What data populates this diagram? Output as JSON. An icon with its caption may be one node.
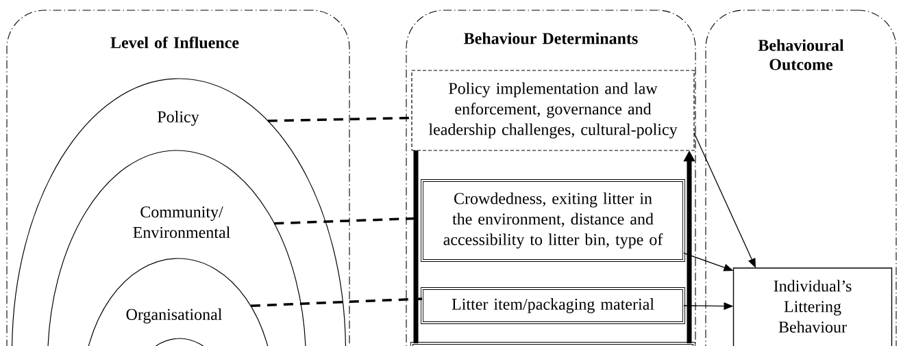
{
  "diagram": {
    "nodes": [
      {
        "text": [
          "Level of Influence"
        ]
      },
      {
        "text": [
          "Policy"
        ],
        "in": 0
      },
      {
        "text": [
          "Community/ Environmental"
        ],
        "in": 1
      },
      {
        "text": [
          "Organisational"
        ],
        "in": 2
      },
      {
        "text": [],
        "shape": "ellipse",
        "in": 3
      },
      {
        "text": [
          "Behaviour Determinants"
        ]
      },
      {
        "text": [
          "Policy implementation and law enforcement, governance and leadership challenges, cultural-policy"
        ],
        "in": 5
      },
      {
        "text": [
          "Crowdedness, exiting litter in the environment, distance and accessibility to litter bin, type of"
        ],
        "in": 5
      },
      {
        "text": [
          "Litter item/packaging material"
        ],
        "in": 5
      },
      {
        "text": [],
        "shape": "box",
        "in": 5
      },
      {
        "text": [
          "Behavioural Outcome"
        ]
      },
      {
        "text": [
          "Individual’s Littering Behaviour"
        ],
        "in": 10
      }
    ],
    "edges": [
      {
        "from": 1,
        "to": 6,
        "arrow": "none",
        "style": "dashed"
      },
      {
        "from": 2,
        "to": 7,
        "arrow": "none",
        "style": "dashed"
      },
      {
        "from": 3,
        "to": 8,
        "arrow": "none",
        "style": "dashed"
      },
      {
        "from": 9,
        "to": 6,
        "arrow": "none",
        "style": "thick"
      },
      {
        "from": 9,
        "to": 6,
        "arrow": "to",
        "style": "thick"
      },
      {
        "from": 6,
        "to": 11,
        "arrow": "to"
      },
      {
        "from": 7,
        "to": 11,
        "arrow": "to"
      },
      {
        "from": 8,
        "to": 11,
        "arrow": "to"
      }
    ]
  }
}
